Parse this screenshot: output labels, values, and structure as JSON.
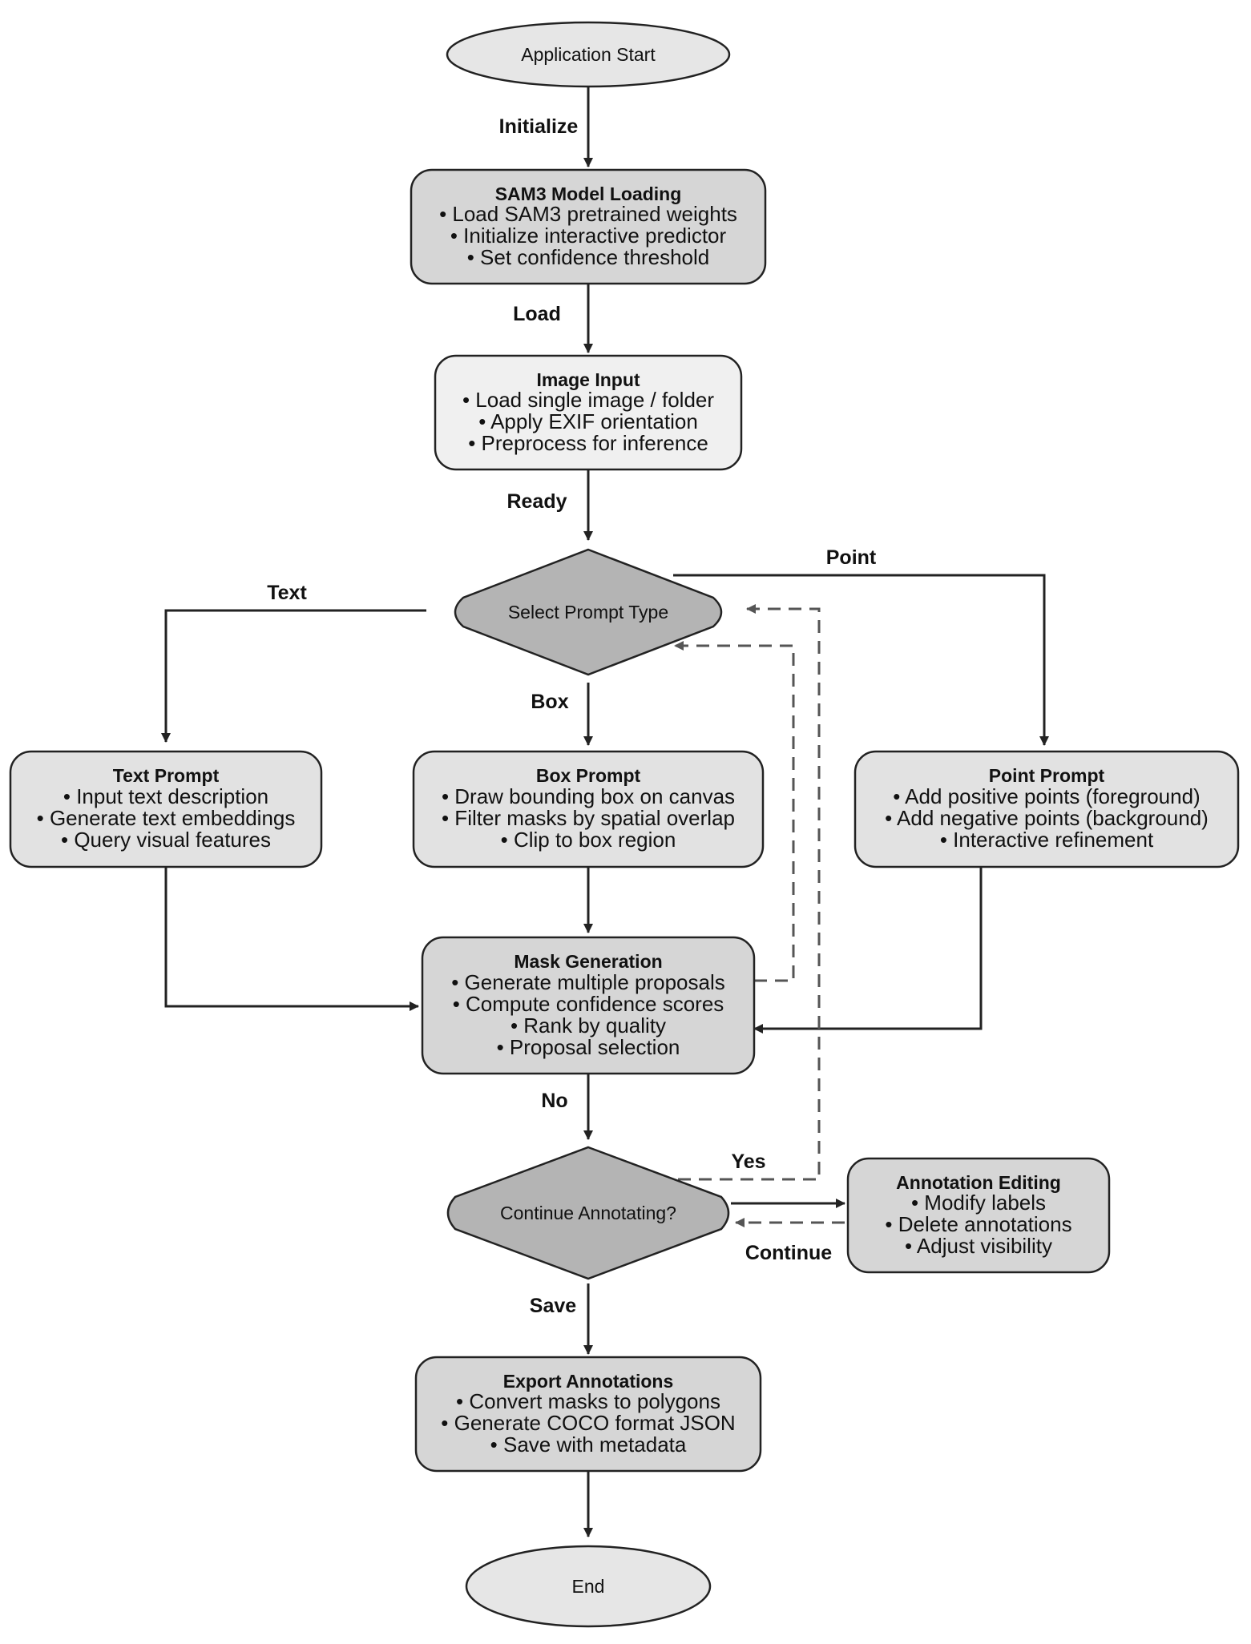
{
  "diagram": {
    "nodes": {
      "start": {
        "shape": "oval",
        "text": "Application Start",
        "fill": "#e6e6e6"
      },
      "model": {
        "shape": "rounded-rect",
        "title": "SAM3 Model Loading",
        "lines": [
          "• Load SAM3 pretrained weights",
          "• Initialize interactive predictor",
          "• Set confidence threshold"
        ],
        "fill": "#d6d6d6"
      },
      "image": {
        "shape": "rounded-rect",
        "title": "Image Input",
        "lines": [
          "• Load single image / folder",
          "• Apply EXIF orientation",
          "• Preprocess for inference"
        ],
        "fill": "#f0f0f0"
      },
      "select": {
        "shape": "diamond",
        "text": "Select Prompt Type",
        "fill": "#b4b4b4"
      },
      "text_prompt": {
        "shape": "rounded-rect",
        "title": "Text Prompt",
        "lines": [
          "• Input text description",
          "• Generate text embeddings",
          "• Query visual features"
        ],
        "fill": "#e2e2e2"
      },
      "box_prompt": {
        "shape": "rounded-rect",
        "title": "Box Prompt",
        "lines": [
          "• Draw bounding box on canvas",
          "• Filter masks by spatial overlap",
          "• Clip to box region"
        ],
        "fill": "#e2e2e2"
      },
      "point_prompt": {
        "shape": "rounded-rect",
        "title": "Point Prompt",
        "lines": [
          "• Add positive points (foreground)",
          "• Add negative points (background)",
          "• Interactive refinement"
        ],
        "fill": "#e2e2e2"
      },
      "mask": {
        "shape": "rounded-rect",
        "title": "Mask Generation",
        "lines": [
          "• Generate multiple proposals",
          "• Compute confidence scores",
          "• Rank by quality",
          "• Proposal selection"
        ],
        "fill": "#d6d6d6"
      },
      "continue": {
        "shape": "diamond",
        "text": "Continue Annotating?",
        "fill": "#b4b4b4"
      },
      "editing": {
        "shape": "rounded-rect",
        "title": "Annotation Editing",
        "lines": [
          "• Modify labels",
          "• Delete annotations",
          "• Adjust visibility"
        ],
        "fill": "#d6d6d6"
      },
      "export": {
        "shape": "rounded-rect",
        "title": "Export Annotations",
        "lines": [
          "• Convert masks to polygons",
          "• Generate COCO format JSON",
          "• Save with metadata"
        ],
        "fill": "#d6d6d6"
      },
      "end": {
        "shape": "oval",
        "text": "End",
        "fill": "#e6e6e6"
      }
    },
    "edges": {
      "initialize": {
        "from": "start",
        "to": "model",
        "label": "Initialize",
        "style": "solid"
      },
      "load": {
        "from": "model",
        "to": "image",
        "label": "Load",
        "style": "solid"
      },
      "ready": {
        "from": "image",
        "to": "select",
        "label": "Ready",
        "style": "solid"
      },
      "text": {
        "from": "select",
        "to": "text_prompt",
        "label": "Text",
        "style": "solid"
      },
      "box": {
        "from": "select",
        "to": "box_prompt",
        "label": "Box",
        "style": "solid"
      },
      "point": {
        "from": "select",
        "to": "point_prompt",
        "label": "Point",
        "style": "solid"
      },
      "box_to_mask": {
        "from": "box_prompt",
        "to": "mask",
        "label": "",
        "style": "solid"
      },
      "text_to_mask": {
        "from": "text_prompt",
        "to": "mask",
        "label": "",
        "style": "solid"
      },
      "point_to_mask": {
        "from": "point_prompt",
        "to": "mask",
        "label": "",
        "style": "solid"
      },
      "mask_to_select": {
        "from": "mask",
        "to": "select",
        "label": "",
        "style": "dashed"
      },
      "no": {
        "from": "mask",
        "to": "continue",
        "label": "No",
        "style": "solid"
      },
      "yes": {
        "from": "continue",
        "to": "select",
        "label": "Yes",
        "style": "dashed"
      },
      "to_editing": {
        "from": "continue",
        "to": "editing",
        "label": "",
        "style": "solid"
      },
      "continue": {
        "from": "editing",
        "to": "continue",
        "label": "Continue",
        "style": "dashed"
      },
      "save": {
        "from": "continue",
        "to": "export",
        "label": "Save",
        "style": "solid"
      },
      "to_end": {
        "from": "export",
        "to": "end",
        "label": "",
        "style": "solid"
      }
    },
    "colors": {
      "stroke": "#222222",
      "dashed_stroke": "#555555",
      "background": "#ffffff"
    }
  }
}
